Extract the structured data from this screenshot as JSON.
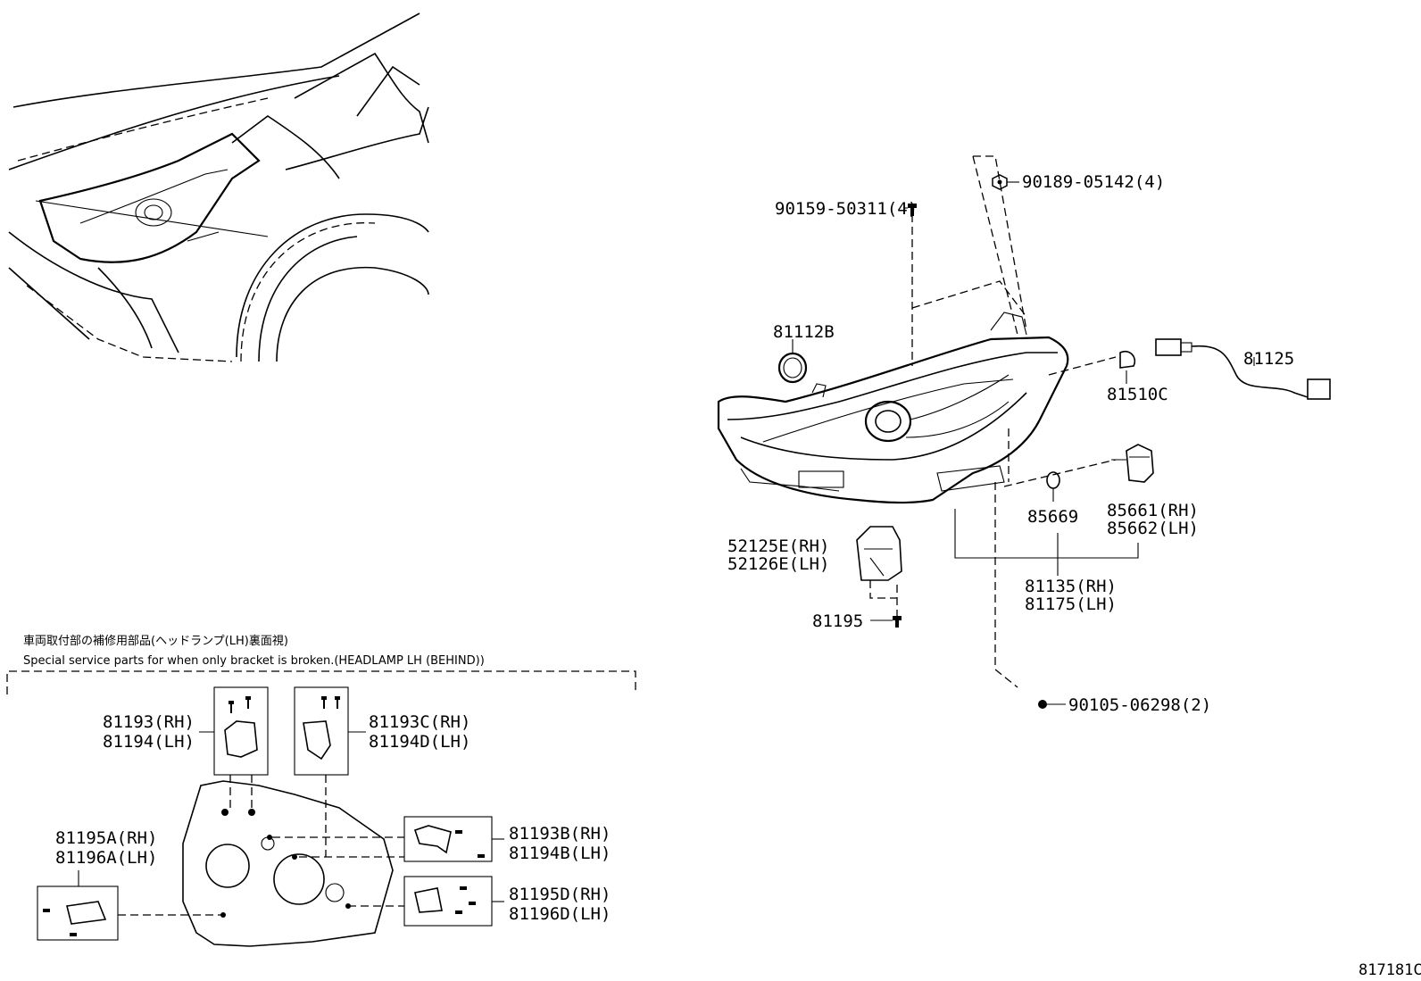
{
  "diagram_id": "817181C",
  "callouts": {
    "c90189": "90189-05142(4)",
    "c90159": "90159-50311(4)",
    "c81112B": "81112B",
    "c81125": "81125",
    "c81510C": "81510C",
    "c85669": "85669",
    "c85661": "85661(RH)",
    "c85662": "85662(LH)",
    "c52125E": "52125E(RH)",
    "c52126E": "52126E(LH)",
    "c81135": "81135(RH)",
    "c81175": "81175(LH)",
    "c81195": "81195",
    "c90105": "90105-06298(2)"
  },
  "inset": {
    "note_jp": "車両取付部の補修用部品(ヘッドランプ(LH)裏面視)",
    "note_en": "Special service parts for when only bracket is broken.(HEADLAMP LH (BEHIND))",
    "c81193": "81193(RH)",
    "c81194": "81194(LH)",
    "c81193C": "81193C(RH)",
    "c81194D": "81194D(LH)",
    "c81193B": "81193B(RH)",
    "c81194B": "81194B(LH)",
    "c81195A": "81195A(RH)",
    "c81196A": "81196A(LH)",
    "c81195D": "81195D(RH)",
    "c81196D": "81196D(LH)"
  }
}
